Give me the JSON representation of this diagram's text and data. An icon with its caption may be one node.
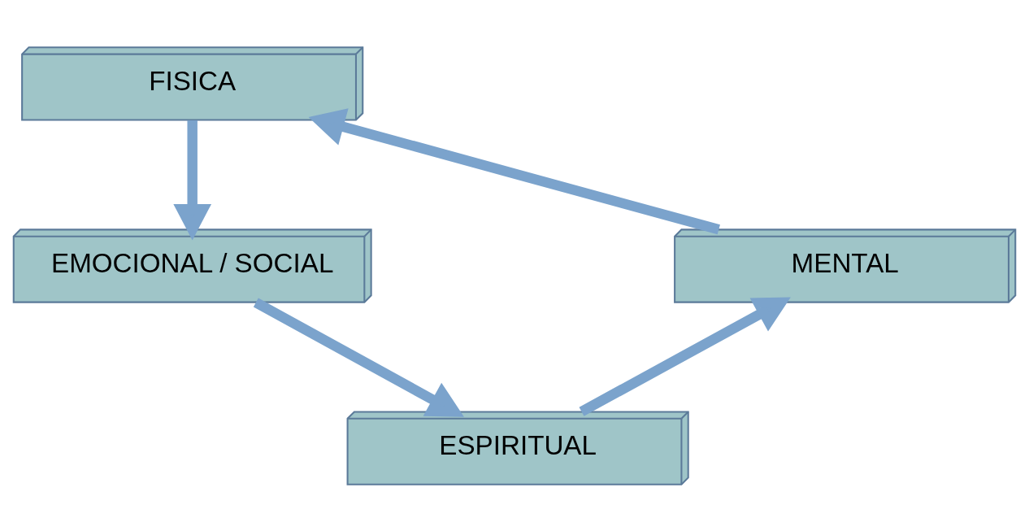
{
  "diagram": {
    "nodes": [
      {
        "text": [
          "FISICA"
        ]
      },
      {
        "text": [
          "EMOCIONAL / SOCIAL"
        ]
      },
      {
        "text": [
          "ESPIRITUAL"
        ]
      },
      {
        "text": [
          "MENTAL"
        ]
      }
    ],
    "edges": [
      {
        "from": 0,
        "to": 1,
        "arrow": "to"
      },
      {
        "from": 1,
        "to": 2,
        "arrow": "to"
      },
      {
        "from": 2,
        "to": 3,
        "arrow": "to"
      },
      {
        "from": 3,
        "to": 0,
        "arrow": "to"
      }
    ]
  }
}
